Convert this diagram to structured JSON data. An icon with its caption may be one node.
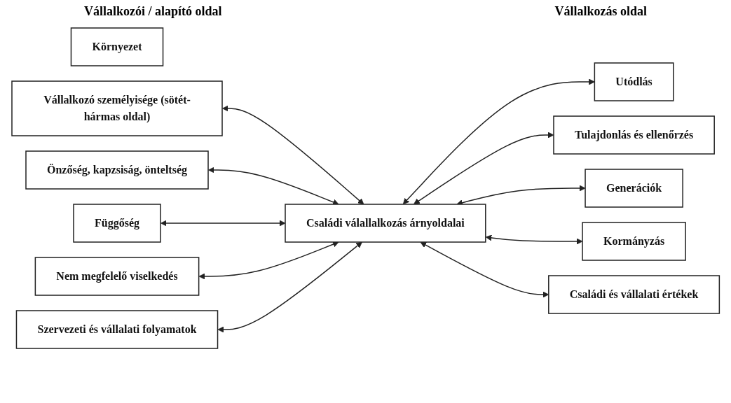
{
  "diagram": {
    "nodes": [
      {
        "text": [
          "Környezet"
        ]
      },
      {
        "text": [
          "Vállalkozó személyisége (sötét-hármas oldal)"
        ]
      },
      {
        "text": [
          "Önzőség, kapzsiság, önteltség"
        ]
      },
      {
        "text": [
          "Függőség"
        ]
      },
      {
        "text": [
          "Nem megfelelő viselkedés"
        ]
      },
      {
        "text": [
          "Szervezeti és vállalati folyamatok"
        ]
      },
      {
        "text": [
          "Családi válallalkozás árnyoldalai"
        ]
      },
      {
        "text": [
          "Utódlás"
        ]
      },
      {
        "text": [
          "Tulajdonlás és ellenőrzés"
        ]
      },
      {
        "text": [
          "Generációk"
        ]
      },
      {
        "text": [
          "Kormányzás"
        ]
      },
      {
        "text": [
          "Családi és vállalati értékek"
        ]
      }
    ],
    "edges": [
      {
        "from": 1,
        "to": 6,
        "arrow": "both"
      },
      {
        "from": 2,
        "to": 6,
        "arrow": "both"
      },
      {
        "from": 3,
        "to": 6,
        "arrow": "both"
      },
      {
        "from": 4,
        "to": 6,
        "arrow": "both"
      },
      {
        "from": 5,
        "to": 6,
        "arrow": "both"
      },
      {
        "from": 6,
        "to": 7,
        "arrow": "both"
      },
      {
        "from": 6,
        "to": 8,
        "arrow": "both"
      },
      {
        "from": 6,
        "to": 9,
        "arrow": "both"
      },
      {
        "from": 6,
        "to": 10,
        "arrow": "both"
      },
      {
        "from": 6,
        "to": 11,
        "arrow": "both"
      }
    ],
    "labels": [
      "Vállalkozói / alapító oldal",
      "Vállalkozás oldal"
    ]
  }
}
